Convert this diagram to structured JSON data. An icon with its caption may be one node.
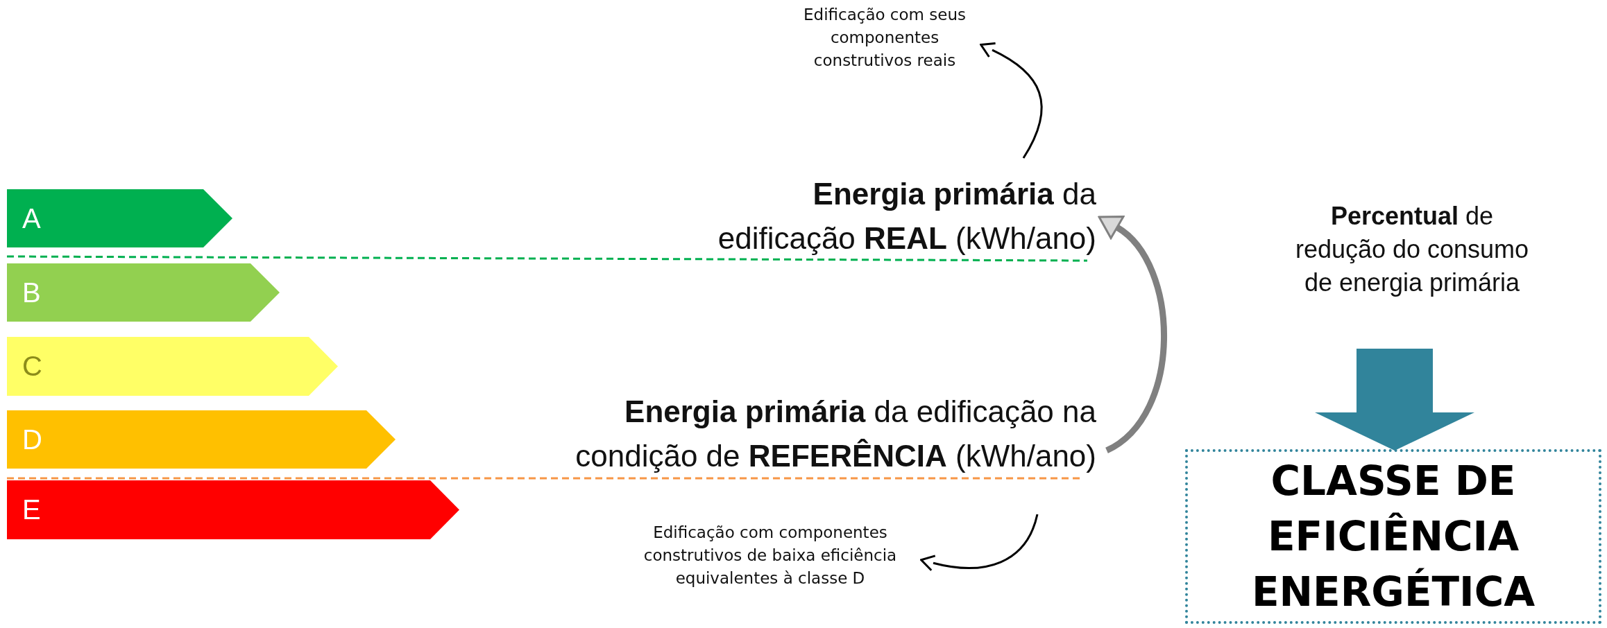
{
  "diagram": {
    "nodes": [
      {
        "text": [
          "A"
        ]
      },
      {
        "text": [
          "B"
        ]
      },
      {
        "text": [
          "C"
        ]
      },
      {
        "text": [
          "D"
        ]
      },
      {
        "text": [
          "E"
        ]
      },
      {
        "text": [
          "Edificação com seus componentes construtivos reais"
        ]
      },
      {
        "text": [
          "**Energia primária** da edificação **REAL** (kWh/ano)"
        ]
      },
      {
        "text": [
          "**Energia primária** da edificação na condição de **REFERÊNCIA** (kWh/ano)"
        ]
      },
      {
        "text": [
          "Edificação com componentes construtivos de baixa eficiência equivalentes à classe D"
        ]
      },
      {
        "text": [
          "**Percentual** de redução do consumo de energia primária"
        ]
      },
      {
        "text": [
          "CLASSE DE EFICIÊNCIA ENERGÉTICA"
        ]
      }
    ],
    "edges": [
      {
        "from": 6,
        "to": 5,
        "arrow": "to"
      },
      {
        "from": 7,
        "to": 8,
        "arrow": "to"
      },
      {
        "from": 7,
        "to": 6,
        "arrow": "to",
        "style": "thick",
        "color": "#808080"
      },
      {
        "from": 0,
        "to": 6,
        "arrow": "none",
        "style": "dashed",
        "color": "#00b050"
      },
      {
        "from": 4,
        "to": 7,
        "arrow": "none",
        "style": "dashed",
        "color": "#f79646"
      },
      {
        "from": 9,
        "to": 10,
        "arrow": "to",
        "style": "thick",
        "color": "#31849b"
      }
    ]
  }
}
